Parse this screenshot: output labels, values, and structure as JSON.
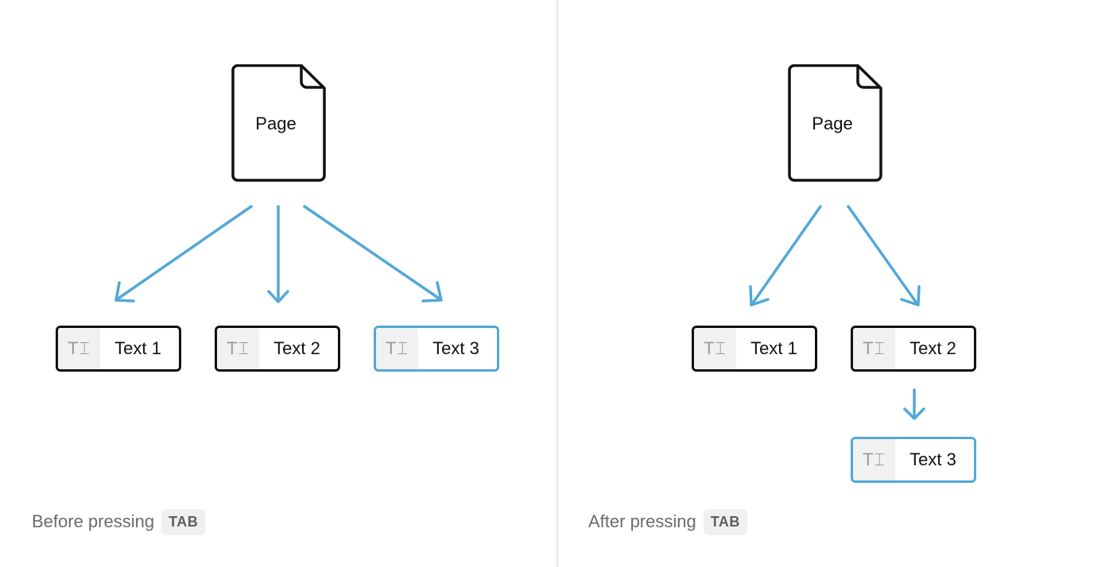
{
  "colors": {
    "accent": "#52a8d6",
    "border": "#111111",
    "divider": "#e6e6e6"
  },
  "before": {
    "page_label": "Page",
    "blocks": [
      {
        "icon": "text-block-icon",
        "icon_text": "T",
        "label": "Text 1",
        "selected": false
      },
      {
        "icon": "text-block-icon",
        "icon_text": "T",
        "label": "Text 2",
        "selected": false
      },
      {
        "icon": "text-block-icon",
        "icon_text": "T",
        "label": "Text 3",
        "selected": true
      }
    ],
    "caption": "Before pressing",
    "key": "TAB"
  },
  "after": {
    "page_label": "Page",
    "blocks": [
      {
        "icon": "text-block-icon",
        "icon_text": "T",
        "label": "Text 1",
        "selected": false
      },
      {
        "icon": "text-block-icon",
        "icon_text": "T",
        "label": "Text 2",
        "selected": false
      },
      {
        "icon": "text-block-icon",
        "icon_text": "T",
        "label": "Text 3",
        "selected": true
      }
    ],
    "caption": "After pressing",
    "key": "TAB"
  }
}
